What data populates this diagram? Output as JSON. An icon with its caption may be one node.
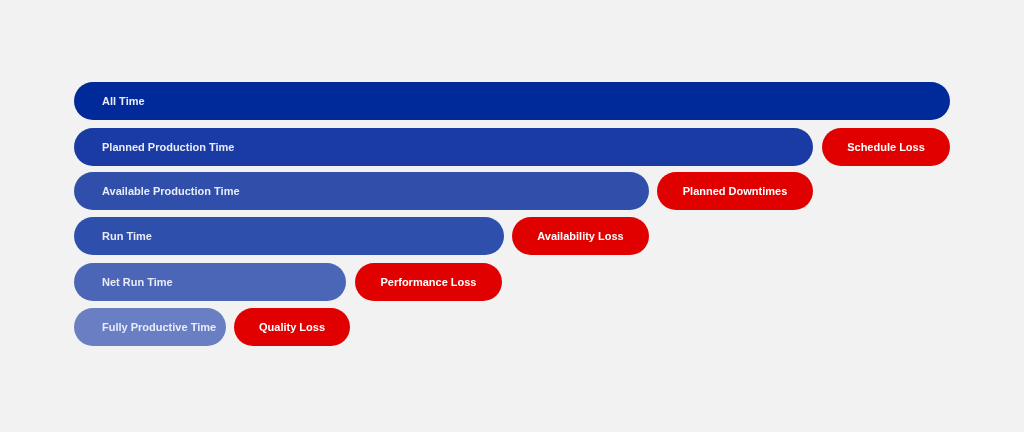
{
  "diagram": {
    "nodes": [
      {
        "text": [
          "All Time"
        ]
      },
      {
        "text": [
          "Planned Production Time"
        ]
      },
      {
        "text": [
          "Schedule Loss"
        ]
      },
      {
        "text": [
          "Available Production Time"
        ]
      },
      {
        "text": [
          "Planned Downtimes"
        ]
      },
      {
        "text": [
          "Run Time"
        ]
      },
      {
        "text": [
          "Availability Loss"
        ]
      },
      {
        "text": [
          "Net Run Time"
        ]
      },
      {
        "text": [
          "Performance Loss"
        ]
      },
      {
        "text": [
          "Fully Productive Time"
        ]
      },
      {
        "text": [
          "Quality Loss"
        ]
      }
    ]
  }
}
